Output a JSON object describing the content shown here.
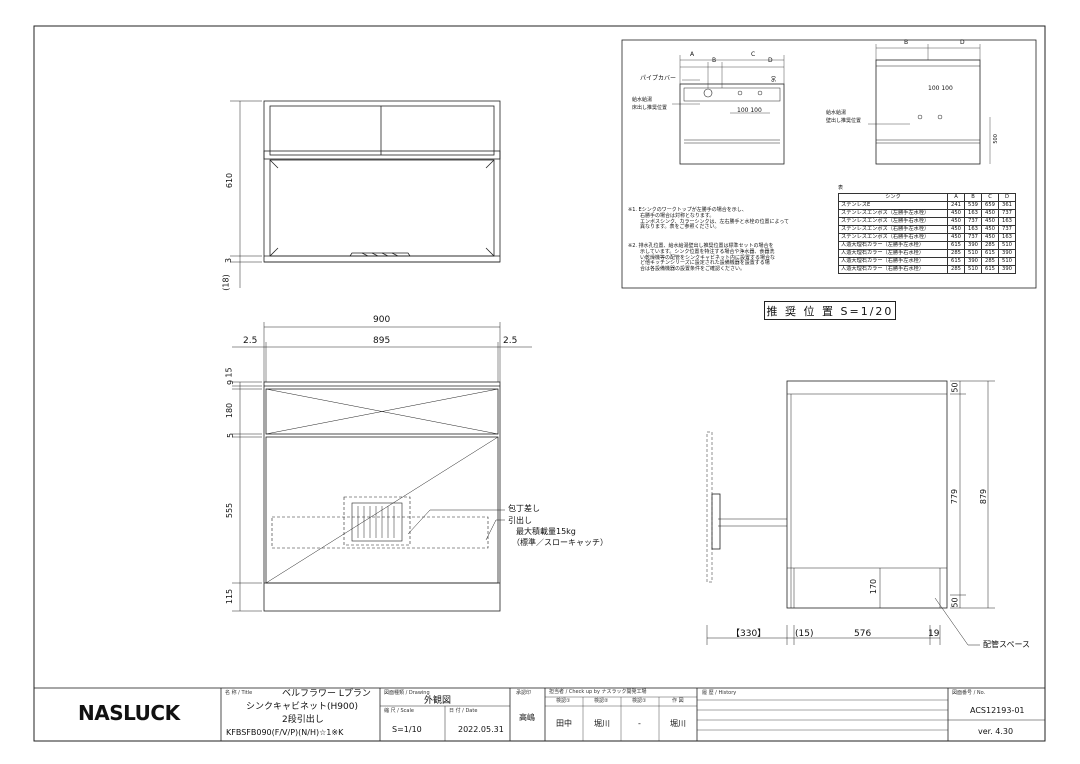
{
  "drawing": {
    "front_top": {
      "dim_610": "610",
      "dim_3": "3",
      "dim_18": "(18)"
    },
    "front": {
      "dim_900": "900",
      "dim_2_5_left": "2.5",
      "dim_895": "895",
      "dim_2_5_right": "2.5",
      "dim_9": "9",
      "dim_15": "15",
      "dim_180": "180",
      "dim_5": "5",
      "dim_555": "555",
      "dim_115": "115",
      "label_knife": "包丁差し",
      "label_drawer": "引出し",
      "label_maxload": "最大積載量15kg",
      "label_softclose": "（標準／スローキャッチ）"
    },
    "side": {
      "dim_50_top": "50",
      "dim_779": "779",
      "dim_879": "879",
      "dim_50_bottom": "50",
      "dim_170": "170",
      "dim_330": "【330】",
      "dim_15": "(15)",
      "dim_576": "576",
      "dim_19": "19",
      "label_pipe_space": "配管スペース"
    },
    "recommended": {
      "title": "推 奨 位 置 S=1/20",
      "dim_A": "A",
      "dim_B": "B",
      "dim_C": "C",
      "dim_D": "D",
      "dim_B2": "B",
      "dim_D2": "D",
      "dim_90": "90",
      "dim_100_100_a": "100 100",
      "dim_100_100_b": "100 100",
      "dim_500": "500",
      "label_pipe_cover": "パイプカバー",
      "label_supply_1": "給水給湯",
      "label_supply_1b": "床出し推奨位置",
      "label_supply_2": "給水給湯",
      "label_supply_2b": "壁出し推奨位置",
      "note1": [
        "※1. Eシンクのワークトップが左勝手の場合を示し、",
        "右勝手の場合は対称となります。",
        "エンボスシンク、カラーシンクは、左右勝手と水栓の位置によって",
        "異なります。表をご参照ください。"
      ],
      "note2": [
        "※2. 排水孔位置、給水給湯壁出し推奨位置は標準セットの場合を",
        "示しています。シンク位置を特注する場合や浄水器、食器洗",
        "い乾燥機等の配管をシンクキャビネット内に設置する場合な",
        "ど他キッチンシリーズに設定された設備機器を設置する場",
        "合は各設備機器の設置条件をご確認ください。"
      ],
      "table_caption": "表",
      "table_headers": [
        "シンク",
        "A",
        "B",
        "C",
        "D"
      ],
      "table_rows": [
        [
          "ステンレスE",
          "241",
          "539",
          "659",
          "361"
        ],
        [
          "ステンレスエンボス（左勝手左水栓）",
          "450",
          "163",
          "450",
          "737"
        ],
        [
          "ステンレスエンボス（左勝手右水栓）",
          "450",
          "737",
          "450",
          "163"
        ],
        [
          "ステンレスエンボス（右勝手左水栓）",
          "450",
          "163",
          "450",
          "737"
        ],
        [
          "ステンレスエンボス（右勝手右水栓）",
          "450",
          "737",
          "450",
          "163"
        ],
        [
          "人造大理石カラー（左勝手左水栓）",
          "615",
          "390",
          "285",
          "510"
        ],
        [
          "人造大理石カラー（左勝手右水栓）",
          "285",
          "510",
          "615",
          "390"
        ],
        [
          "人造大理石カラー（右勝手左水栓）",
          "615",
          "390",
          "285",
          "510"
        ],
        [
          "人造大理石カラー（右勝手右水栓）",
          "285",
          "510",
          "615",
          "390"
        ]
      ]
    }
  },
  "title_block": {
    "company_logo": "NASLUCK",
    "title_label": "名 称 / Title",
    "title_line1": "ベルフラワー Lプラン",
    "title_line2": "シンクキャビネット(H900)",
    "title_line3": "2段引出し",
    "title_line4": "KFBSFB090(F/V/P)(N/H)☆1※K",
    "drawing_label": "図面種類 / Drawing",
    "drawing_value": "外観図",
    "scale_label": "縮 尺 / Scale",
    "scale_value": "S=1/10",
    "date_label": "日 付 / Date",
    "date_value": "2022.05.31",
    "approve_label": "承認印",
    "approve_value": "高嶋",
    "check_label": "担当者 / Check up by ナスラック開発工場",
    "check_sub": [
      "検認①",
      "検認②",
      "検認①",
      "作 図"
    ],
    "check_names": [
      "田中",
      "堀川",
      "-",
      "堀川"
    ],
    "history_label": "履 歴 / History",
    "number_label": "図面番号 / No.",
    "number_value": "ACS12193-01",
    "version_value": "ver. 4.30"
  }
}
